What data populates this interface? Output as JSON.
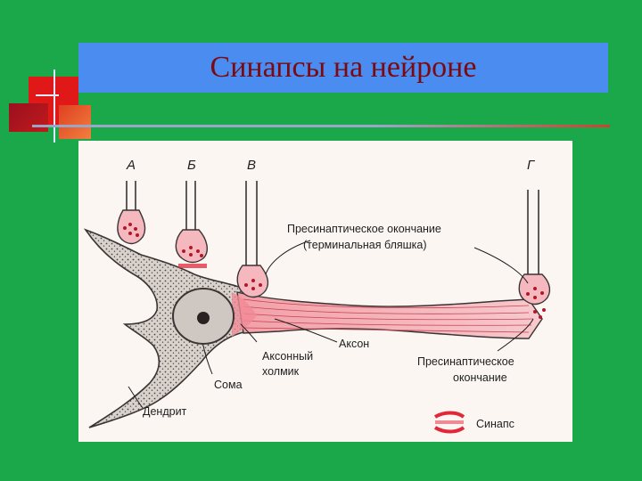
{
  "slide": {
    "title": "Синапсы на нейроне"
  },
  "diagram": {
    "axon_labels": [
      "А",
      "Б",
      "В",
      "Г"
    ],
    "presynaptic_terminal_line1": "Пресинаптическое окончание",
    "presynaptic_terminal_line2": "(терминальная бляшка)",
    "axon": "Аксон",
    "axon_hillock_line1": "Аксонный",
    "axon_hillock_line2": "холмик",
    "soma": "Сома",
    "dendrite": "Дендрит",
    "presynaptic_ending_line1": "Пресинаптическое",
    "presynaptic_ending_line2": "окончание",
    "legend_synapse": "Синапс"
  },
  "colors": {
    "background": "#1aa84a",
    "title_bar": "#4a8cf0",
    "title_text": "#7a0a10",
    "panel": "#fbf6f2",
    "synapse_red": "#e02838"
  }
}
